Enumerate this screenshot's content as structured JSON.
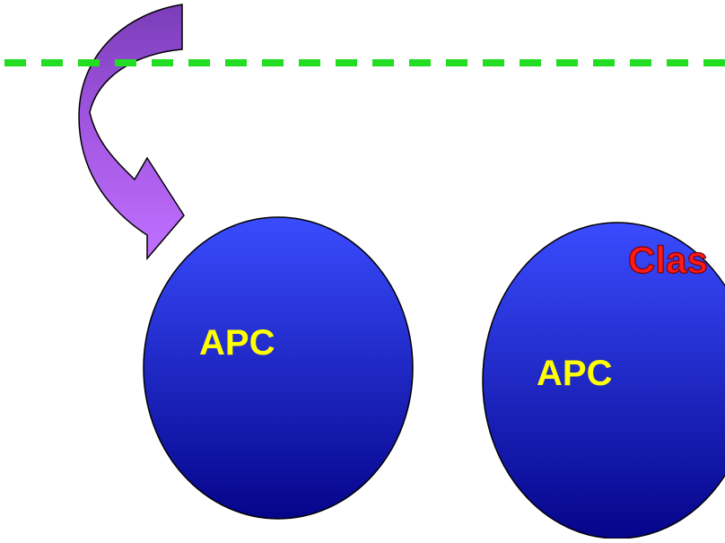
{
  "diagram": {
    "cells": [
      {
        "label": "APC"
      },
      {
        "label": "APC"
      }
    ],
    "annotation": "Clas",
    "colors": {
      "membrane_line": "#22dd22",
      "cell_top": "#3a4cff",
      "cell_bottom": "#05058a",
      "cell_label": "#ffff00",
      "annotation": "#ff1a1a",
      "arrow_top": "#8040c0",
      "arrow_bottom": "#bb66ff"
    },
    "icons": {
      "arrow": "curved-arrow-icon"
    }
  }
}
